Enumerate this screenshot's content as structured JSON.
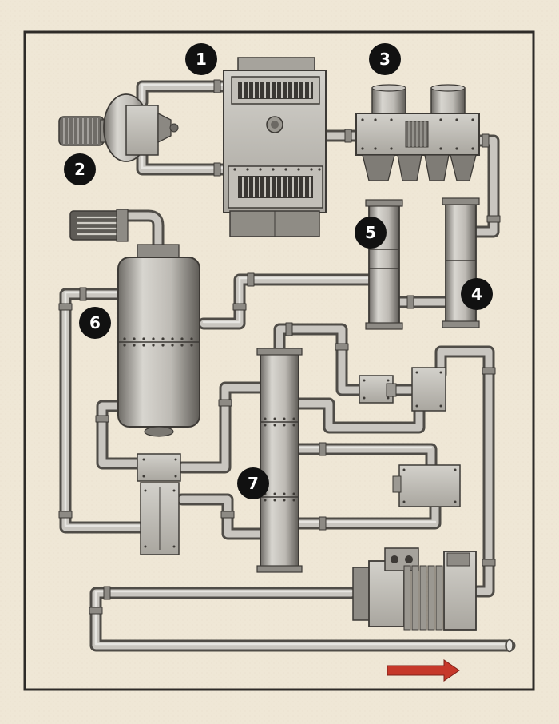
{
  "diagram": {
    "components": [
      {
        "id": "1",
        "label": "1",
        "kind": "central-housing"
      },
      {
        "id": "2",
        "label": "2",
        "kind": "intake-fan"
      },
      {
        "id": "3",
        "label": "3",
        "kind": "filter-unit"
      },
      {
        "id": "4",
        "label": "4",
        "kind": "right-column-tank"
      },
      {
        "id": "5",
        "label": "5",
        "kind": "left-column-tank"
      },
      {
        "id": "6",
        "label": "6",
        "kind": "large-vertical-tank"
      },
      {
        "id": "7",
        "label": "7",
        "kind": "tall-manifold-column"
      }
    ],
    "flow_direction": "right",
    "colors": {
      "paper": "#efe7d6",
      "frame": "#2e2b28",
      "metal": "#b9b7b1",
      "metal_dark": "#5d5a55",
      "badge": "#111111",
      "arrow": "#c6382a"
    }
  }
}
